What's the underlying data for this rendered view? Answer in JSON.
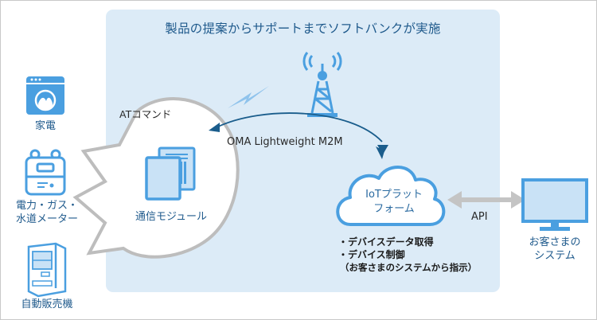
{
  "title": "製品の提案からサポートまでソフトバンクが実施",
  "devices": [
    {
      "label": "家電",
      "icon": "washing-machine-icon"
    },
    {
      "label_line1": "電力・ガス・",
      "label_line2": "水道メーター",
      "icon": "utility-meter-icon"
    },
    {
      "label": "自動販売機",
      "icon": "vending-machine-icon"
    }
  ],
  "at_command_label": "ATコマンド",
  "module": {
    "label": "通信モジュール",
    "icon": "communication-module-icon"
  },
  "protocol_label": "OMA Lightweight M2M",
  "tower_icon": "cell-tower-icon",
  "platform": {
    "label_line1": "IoTプラット",
    "label_line2": "フォーム",
    "features": [
      "・デバイスデータ取得",
      "・デバイス制御",
      "（お客さまのシステムから指示）"
    ]
  },
  "api_label": "API",
  "customer_system": {
    "label_line1": "お客さまの",
    "label_line2": "システム",
    "icon": "monitor-icon"
  },
  "colors": {
    "panel": "#dcebf7",
    "icon_blue": "#4a9fe0",
    "icon_light": "#c9e2f6",
    "title_blue": "#1f5a8c",
    "arrow_dark": "#1a5d8c",
    "bubble_gray": "#bdbdbd",
    "api_arrow_gray": "#c4c4c4"
  }
}
